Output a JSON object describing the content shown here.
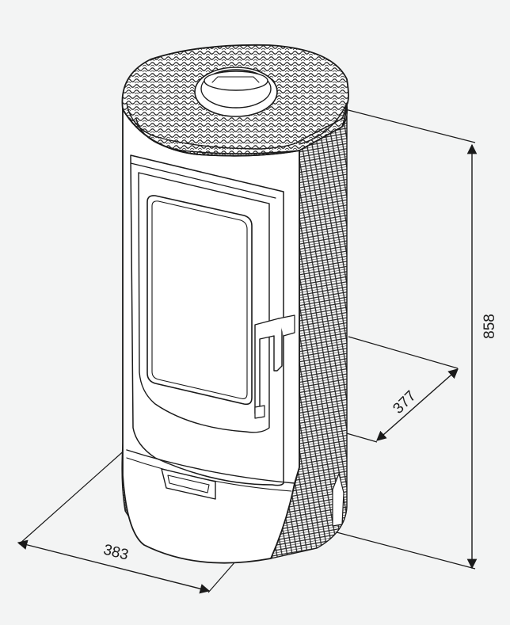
{
  "dimensions": {
    "height": "858",
    "depth": "377",
    "width": "383"
  },
  "colors": {
    "background": "#f3f4f4",
    "line": "#1a1a1a",
    "body": "#ffffff",
    "texture": "#2b2b2b"
  }
}
